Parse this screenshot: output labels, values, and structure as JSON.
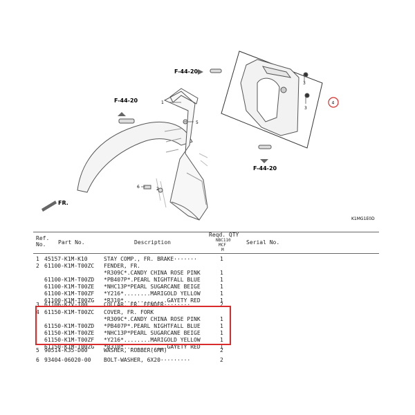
{
  "diagram": {
    "refs_left": [
      "F-44-20"
    ],
    "refs_right_top": [
      "F-44-20"
    ],
    "refs_right_bottom": [
      "F-44-20"
    ],
    "callouts": [
      "1",
      "2",
      "3",
      "3",
      "4",
      "5",
      "6"
    ],
    "fr_label": "FR.",
    "code": "K1MG1E0D"
  },
  "table": {
    "header": {
      "ref": "Ref.",
      "no": "No.",
      "part": "Part No.",
      "desc": "Description",
      "reqd": "Reqd. QTY",
      "model1": "NBC110",
      "model2": "MCF",
      "model3": "M",
      "serial": "Serial No."
    },
    "rows": [
      {
        "ref": "1",
        "part": "45157-K1M-K10",
        "desc": "STAY COMP., FR. BRAKE·······",
        "qty": "1"
      },
      {
        "ref": "2",
        "part": "61100-K1M-T00ZC",
        "desc": "FENDER, FR.",
        "qty": ""
      },
      {
        "ref": "",
        "part": "",
        "desc": "*R309C*.CANDY CHINA ROSE PINK",
        "qty": "1"
      },
      {
        "ref": "",
        "part": "61100-K1M-T00ZD",
        "desc": "*PB407P*.PEARL NIGHTFALL BLUE",
        "qty": "1"
      },
      {
        "ref": "",
        "part": "61100-K1M-T00ZE",
        "desc": "*NHC13P*PEARL SUGARCANE BEIGE",
        "qty": "1"
      },
      {
        "ref": "",
        "part": "61100-K1M-T00ZF",
        "desc": "*Y216*........MARIGOLD YELLOW",
        "qty": "1"
      },
      {
        "ref": "",
        "part": "61100-K1M-T00ZG",
        "desc": "*R310*.............GAYETY RED",
        "qty": "1"
      },
      {
        "ref": "3",
        "part": "61106-K7V-T00",
        "desc": "COLLAR, FR. FENDER········",
        "qty": "2"
      },
      {
        "ref": "4",
        "part": "61150-K1M-T00ZC",
        "desc": "COVER, FR. FORK",
        "qty": ""
      },
      {
        "ref": "",
        "part": "",
        "desc": "*R309C*.CANDY CHINA ROSE PINK",
        "qty": "1"
      },
      {
        "ref": "",
        "part": "61150-K1M-T00ZD",
        "desc": "*PB407P*.PEARL NIGHTFALL BLUE",
        "qty": "1"
      },
      {
        "ref": "",
        "part": "61150-K1M-T00ZE",
        "desc": "*NHC13P*PEARL SUGARCANE BEIGE",
        "qty": "1"
      },
      {
        "ref": "",
        "part": "61150-K1M-T00ZF",
        "desc": "*Y216*........MARIGOLD YELLOW",
        "qty": "1"
      },
      {
        "ref": "",
        "part": "61150-K1M-T00ZG",
        "desc": "*R310*.............GAYETY RED",
        "qty": "1"
      },
      {
        "ref": "5",
        "part": "90514-K35-D00",
        "desc": "WASHER, RUBBER(6MM)",
        "qty": "2"
      },
      {
        "ref": "6",
        "part": "93404-06020-00",
        "desc": "BOLT-WASHER, 6X20·········",
        "qty": "2"
      }
    ]
  }
}
